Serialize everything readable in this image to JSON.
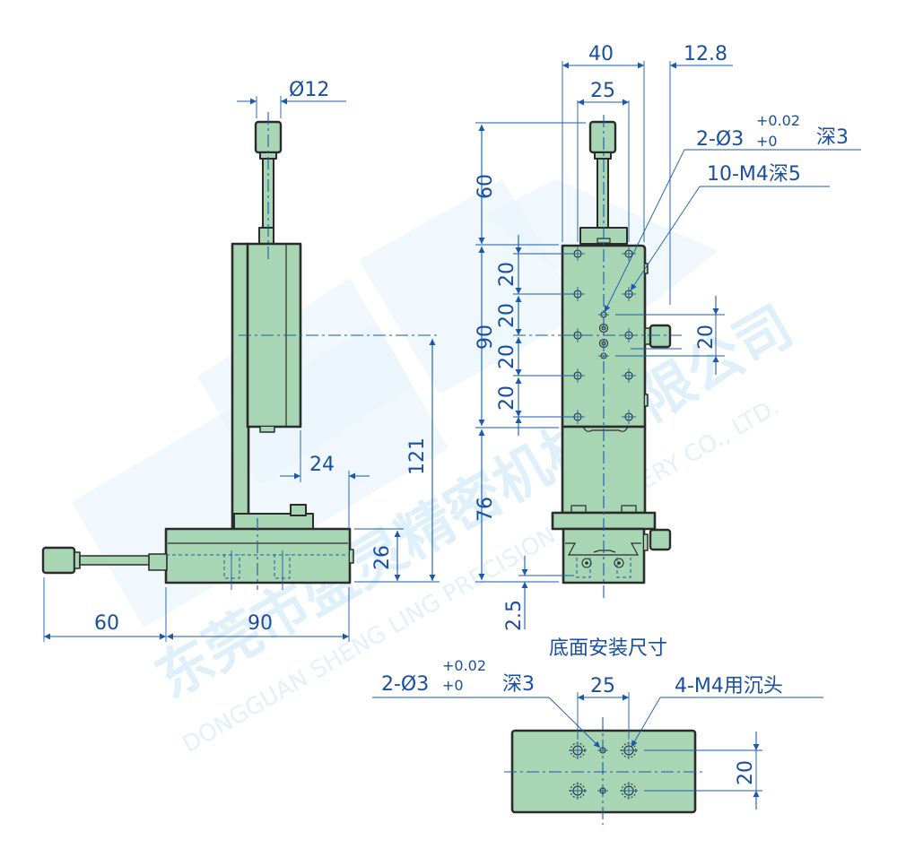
{
  "drawing": {
    "title": "XZ-axis manual dovetail stage dimension drawing",
    "colors": {
      "part_fill": "#a8d5b4",
      "outline": "#2b2b2b",
      "dimension": "#1a5aa8",
      "dimension_text": "#1a4fa0",
      "watermark": "#dff0fa"
    },
    "watermark": {
      "cn": "东莞市盛灵精密机械有限公司",
      "en": "DONGGUAN SHENG LING PRECISION MACHINERY CO., LTD."
    },
    "side_view": {
      "knob_diameter": "Ø12",
      "offset_24": "24",
      "height_121": "121",
      "base_height_26": "26",
      "knob_extension_60": "60",
      "base_length_90": "90"
    },
    "front_view": {
      "width_40": "40",
      "width_25": "25",
      "offset_12_8": "12.8",
      "knob_height_60": "60",
      "platform_height_90": "90",
      "pitch_labels": [
        "20",
        "20",
        "20",
        "20"
      ],
      "right_pitch_20": "20",
      "lower_height_76": "76",
      "bottom_offset_2_5": "2.5",
      "callout_pin_hole": {
        "prefix": "2-Ø3",
        "tol_upper": "+0.02",
        "tol_lower": "+0",
        "suffix": "深3"
      },
      "callout_tapped": "10-M4深5"
    },
    "bottom_view": {
      "title": "底面安装尺寸",
      "callout_pin_hole": {
        "prefix": "2-Ø3",
        "tol_upper": "+0.02",
        "tol_lower": "+0",
        "suffix": "深3"
      },
      "callout_counterbore": "4-M4用沉头",
      "spacing_25": "25",
      "spacing_20": "20"
    }
  }
}
